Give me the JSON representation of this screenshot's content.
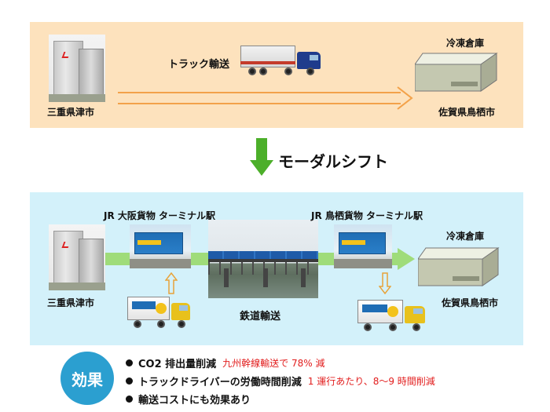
{
  "before": {
    "origin_label": "三重県津市",
    "mode_label": "トラック輸送",
    "dest_top_label": "冷凍倉庫",
    "dest_bottom_label": "佐賀県鳥栖市"
  },
  "shift_label": "モーダルシフト",
  "after": {
    "origin_label": "三重県津市",
    "terminal_osaka": "JR 大阪貨物 ターミナル駅",
    "terminal_tosu": "JR 鳥栖貨物 ターミナル駅",
    "rail_label": "鉄道輸送",
    "dest_top_label": "冷凍倉庫",
    "dest_bottom_label": "佐賀県鳥栖市"
  },
  "effect": {
    "badge": "効果",
    "items": [
      {
        "text": "CO2 排出量削減",
        "highlight": "九州幹線輸送で 78% 減"
      },
      {
        "text": "トラックドライバーの労働時間削減",
        "highlight": "1 運行あたり、8〜9 時間削減"
      },
      {
        "text": "輸送コストにも効果あり",
        "highlight": ""
      }
    ]
  },
  "colors": {
    "top_panel": "#fde2bd",
    "bottom_panel": "#d3f1fa",
    "shift_arrow": "#4caf2a",
    "effect_badge": "#2b9fd0",
    "highlight": "#e21d1d"
  }
}
